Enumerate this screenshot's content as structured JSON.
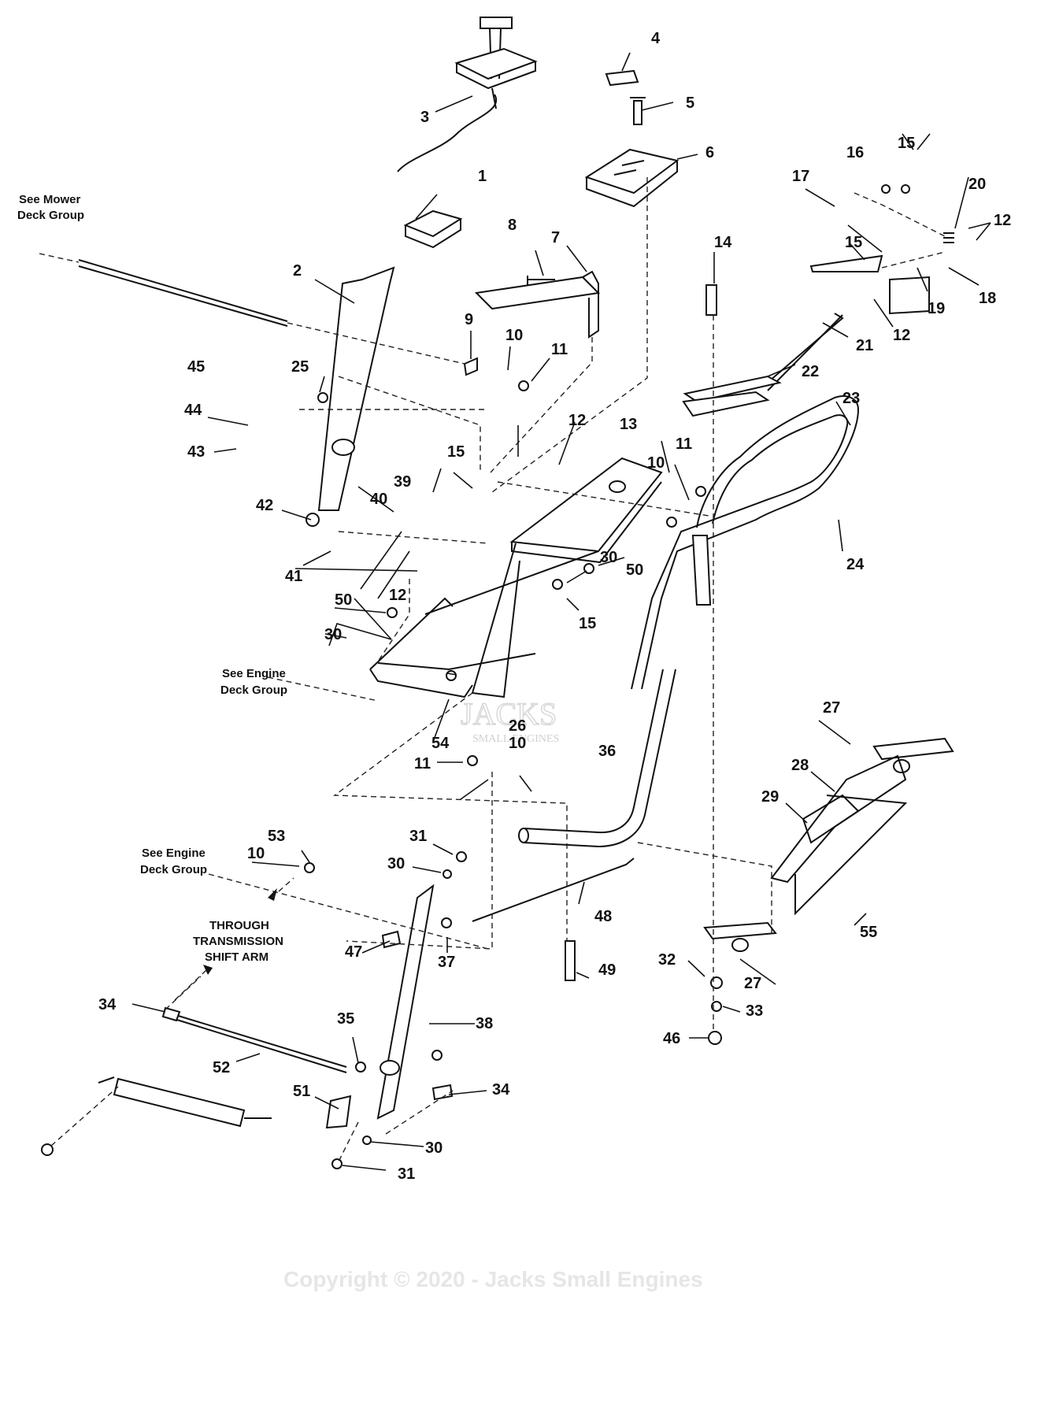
{
  "diagram": {
    "callouts": [
      "1",
      "2",
      "3",
      "4",
      "5",
      "6",
      "7",
      "8",
      "9",
      "10",
      "11",
      "12",
      "13",
      "14",
      "15",
      "16",
      "17",
      "18",
      "19",
      "20",
      "21",
      "22",
      "23",
      "24",
      "25",
      "26",
      "27",
      "28",
      "29",
      "30",
      "31",
      "32",
      "33",
      "34",
      "35",
      "36",
      "37",
      "38",
      "39",
      "40",
      "41",
      "42",
      "43",
      "44",
      "45",
      "46",
      "47",
      "48",
      "49",
      "50",
      "51",
      "52",
      "53",
      "54",
      "55"
    ],
    "notes": {
      "mower_deck_1": "See Mower",
      "mower_deck_2": "Deck Group",
      "engine_deck_a1": "See Engine",
      "engine_deck_a2": "Deck Group",
      "engine_deck_b1": "See Engine",
      "engine_deck_b2": "Deck Group",
      "through_1": "THROUGH",
      "through_2": "TRANSMISSION",
      "through_3": "SHIFT ARM"
    },
    "watermark": "Copyright © 2020 - Jacks Small Engines",
    "logo_text": "JACKS",
    "logo_sub": "SMALL ENGINES"
  }
}
